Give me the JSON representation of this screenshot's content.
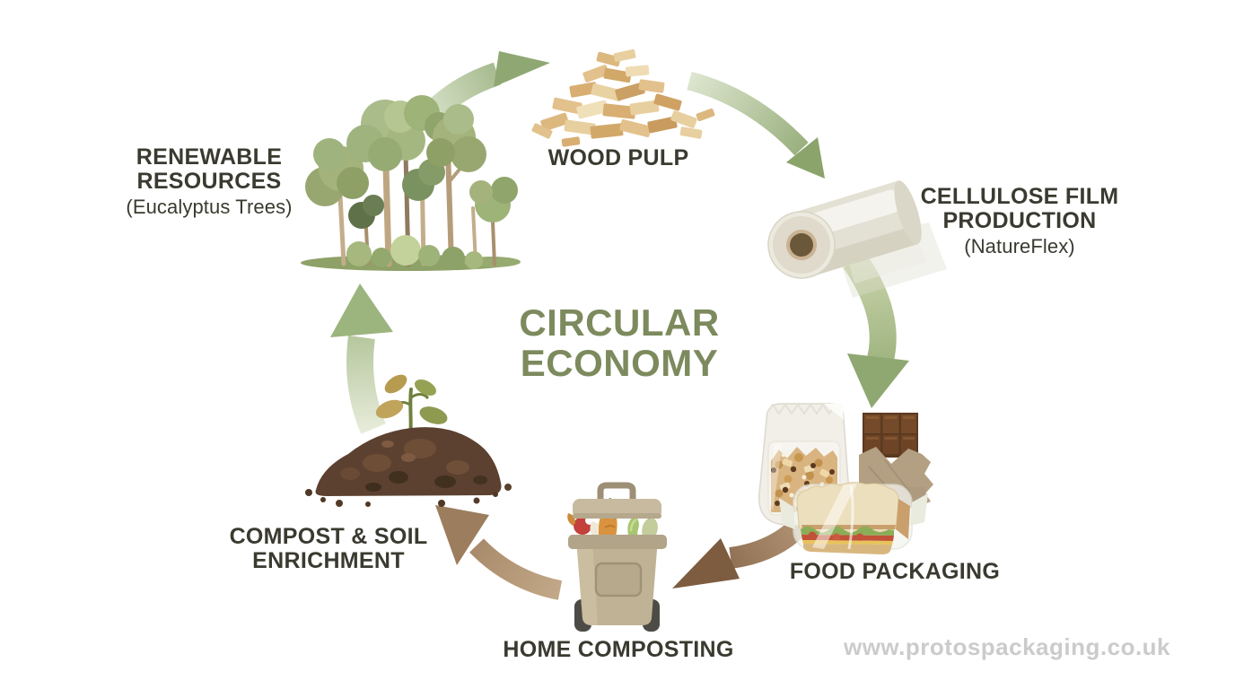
{
  "title": {
    "line1": "CIRCULAR",
    "line2": "ECONOMY"
  },
  "watermark": "www.protospackaging.co.uk",
  "cycle_order": [
    "renewable_resources",
    "wood_pulp",
    "cellulose_film",
    "food_packaging",
    "home_composting",
    "compost_soil_enrichment"
  ],
  "stages": {
    "renewable_resources": {
      "line1": "RENEWABLE",
      "line2": "RESOURCES",
      "sub": "(Eucalyptus Trees)",
      "illustration": "eucalyptus-forest"
    },
    "wood_pulp": {
      "line1": "WOOD PULP",
      "illustration": "wood-chip-pile"
    },
    "cellulose_film": {
      "line1": "CELLULOSE FILM",
      "line2": "PRODUCTION",
      "sub": "(NatureFlex)",
      "illustration": "film-roll"
    },
    "food_packaging": {
      "line1": "FOOD PACKAGING",
      "illustration": "granola-pouch-chocolate-bar-wrapped-sandwich"
    },
    "home_composting": {
      "line1": "HOME COMPOSTING",
      "illustration": "compost-bin-with-food-scraps"
    },
    "compost_soil_enrichment": {
      "line1": "COMPOST & SOIL",
      "line2": "ENRICHMENT",
      "illustration": "compost-pile-with-seedling"
    }
  },
  "colors": {
    "background": "#ffffff",
    "label_text": "#3a3a30",
    "title_green": "#7c8a5d",
    "arrow_green": "#8fa873",
    "arrow_brown_dark": "#7d5c40",
    "arrow_brown_light": "#9c7d5d",
    "watermark_gray": "#cbcbcb"
  }
}
